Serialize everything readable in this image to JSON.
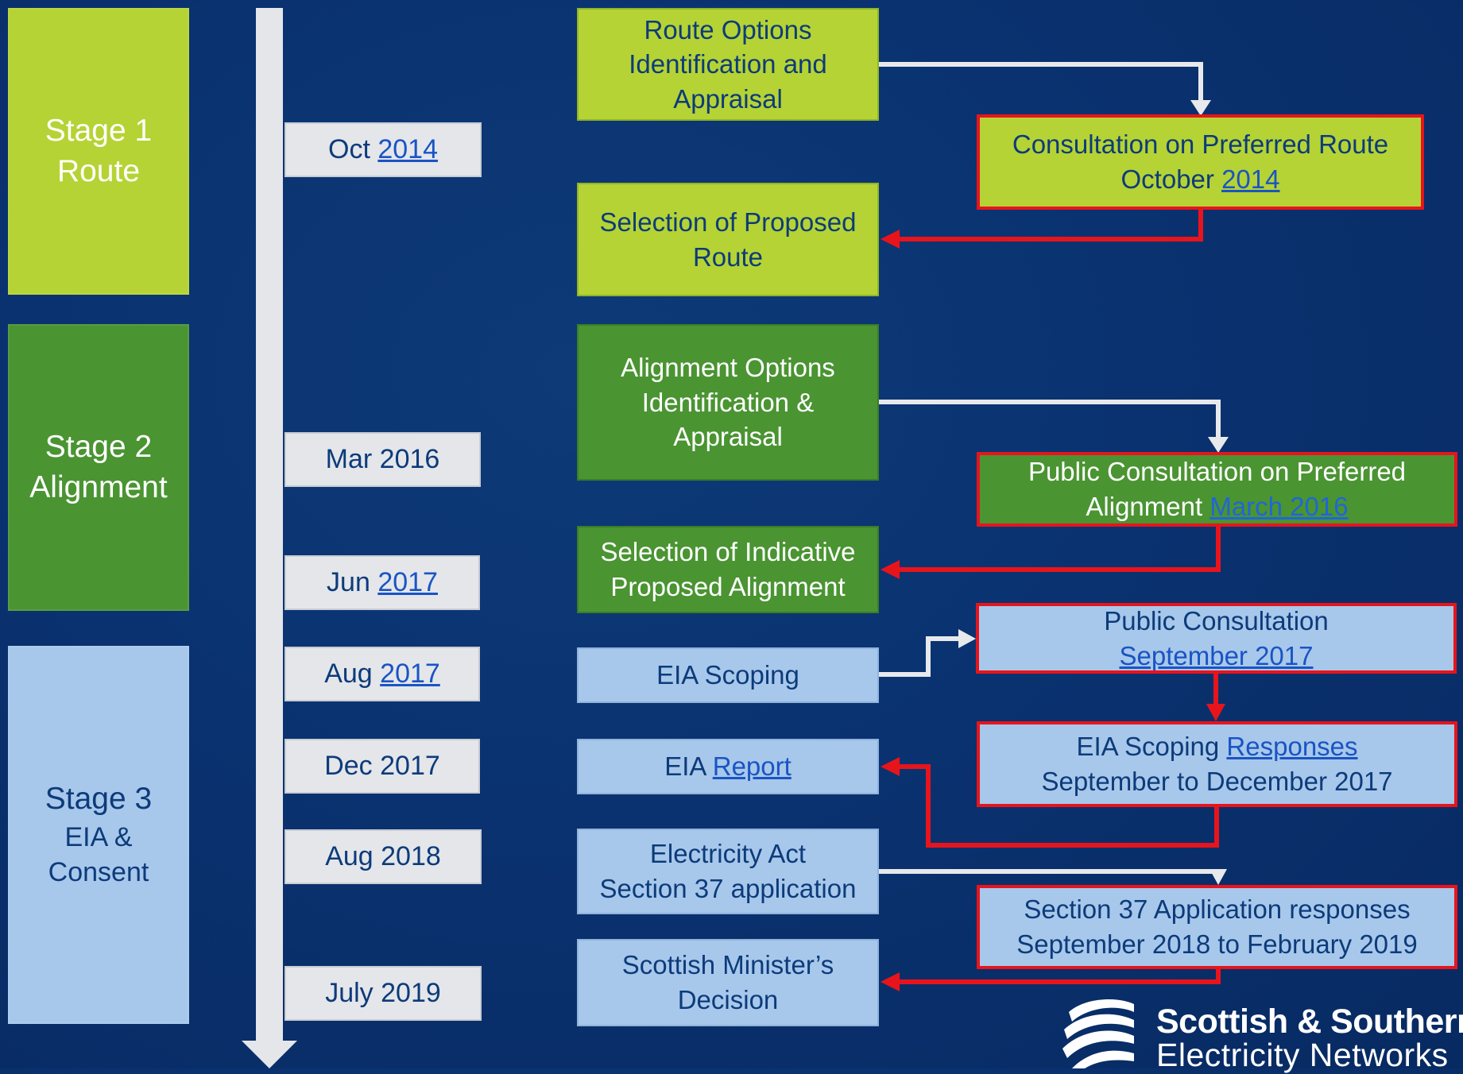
{
  "stages": [
    {
      "line1": "Stage 1",
      "line2": "Route",
      "line3": ""
    },
    {
      "line1": "Stage 2",
      "line2": "Alignment",
      "line3": ""
    },
    {
      "line1": "Stage 3",
      "line2": "EIA &",
      "line3": "Consent"
    }
  ],
  "dates": [
    {
      "month": "Oct ",
      "year": "2014",
      "linked": true
    },
    {
      "month": "Mar 2016",
      "year": "",
      "linked": false
    },
    {
      "month": "Jun ",
      "year": "2017",
      "linked": true
    },
    {
      "month": "Aug ",
      "year": "2017",
      "linked": true
    },
    {
      "month": "Dec 2017",
      "year": "",
      "linked": false
    },
    {
      "month": "Aug 2018",
      "year": "",
      "linked": false
    },
    {
      "month": "July 2019",
      "year": "",
      "linked": false
    }
  ],
  "process": {
    "route_options": "Route Options\nIdentification and\nAppraisal",
    "selection_route": "Selection of Proposed\nRoute",
    "alignment_options": "Alignment Options\nIdentification &\nAppraisal",
    "selection_alignment": "Selection of Indicative\nProposed Alignment",
    "eia_scoping": "EIA Scoping",
    "eia_report_prefix": "EIA ",
    "eia_report_link": "Report",
    "electricity_act": "Electricity Act\nSection 37 application",
    "minister_decision": "Scottish Minister’s\nDecision"
  },
  "consultations": {
    "route_line1": "Consultation on Preferred Route",
    "route_line2_prefix": "October ",
    "route_line2_link": "2014",
    "alignment_line1": "Public Consultation on Preferred",
    "alignment_line2_prefix": "Alignment ",
    "alignment_line2_link": "March 2016",
    "public_line1": "Public Consultation",
    "public_line2_link": "September 2017",
    "scoping_line1_prefix": "EIA Scoping ",
    "scoping_line1_link": "Responses",
    "scoping_line2": "September to December 2017",
    "s37_line1": "Section 37 Application responses",
    "s37_line2": "September 2018 to February 2019"
  },
  "logo": {
    "line1": "Scottish & Southern",
    "line2": "Electricity Networks"
  },
  "colors": {
    "background": "#0a3270",
    "stage1": "#b5d334",
    "stage2": "#4a9432",
    "stage3": "#a7c8eb",
    "consultation_border": "#e8141c",
    "connector_white": "#e8e9ec",
    "connector_red": "#e8141c"
  }
}
